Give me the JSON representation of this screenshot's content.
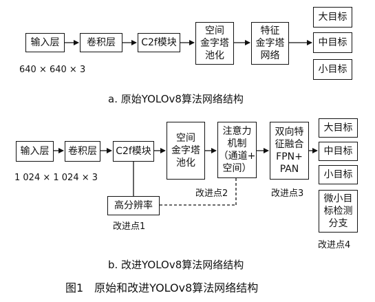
{
  "diagram_a": {
    "input_layer": "输入层",
    "conv_layer": "卷积层",
    "c2f_module": "C2f模块",
    "spp": "空间\n金字塔\n池化",
    "feature_pyramid": "特征\n金字塔\n网络",
    "outputs": [
      "大目标",
      "中目标",
      "小目标"
    ],
    "input_size": "640 × 640 × 3",
    "caption": "a. 原始YOLOv8算法网络结构"
  },
  "diagram_b": {
    "input_layer": "输入层",
    "conv_layer": "卷积层",
    "c2f_module": "C2f模块",
    "spp": "空间\n金字塔\n池化",
    "attention": "注意力\n机制\n（通道+\n空间）",
    "bifpn": "双向特\n征融合\nFPN+\nPAN",
    "outputs": [
      "大目标",
      "中目标",
      "小目标"
    ],
    "small_branch": "微小目\n标检测\n分支",
    "high_res": "高分辨率",
    "input_size": "1 024 × 1 024 × 3",
    "improvements": [
      "改进点1",
      "改进点2",
      "改进点3",
      "改进点4"
    ],
    "caption": "b. 改进YOLOv8算法网络结构"
  },
  "figure_caption": "图1　原始和改进YOLOv8算法网络结构"
}
